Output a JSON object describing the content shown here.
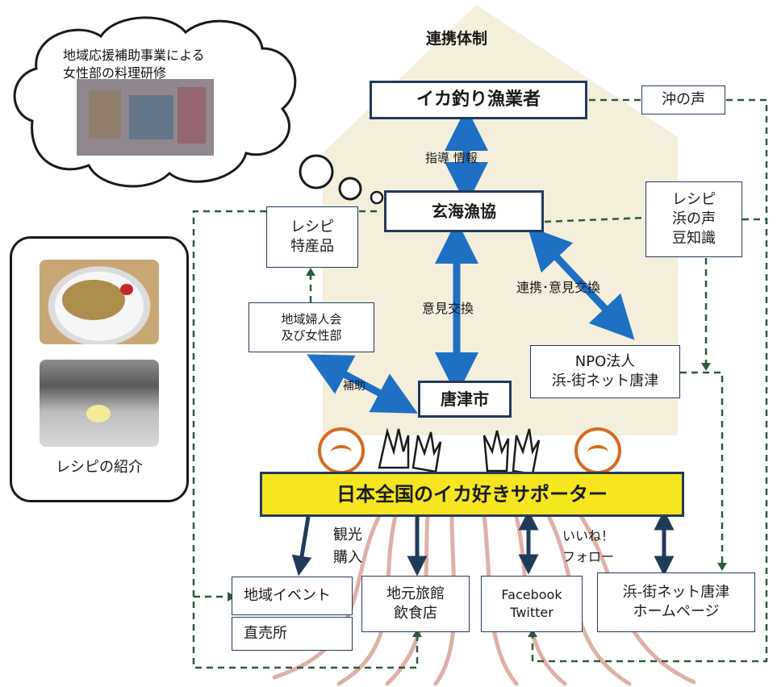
{
  "title": "連携体制",
  "cloud_text": "地域応援補助事業による\n女性部の料理研修",
  "recipe_panel_caption": "レシピの紹介",
  "nodes": {
    "fishers": "イカ釣り漁業者",
    "voice_offshore": "沖の声",
    "genkai": "玄海漁協",
    "recipe_local": "レシピ\n特産品",
    "recipe_voice": "レシピ\n浜の声\n豆知識",
    "women_assoc": "地域婦人会\n及び女性部",
    "npo": "NPO法人\n浜-街ネット唐津",
    "karatsu_city": "唐津市",
    "supporters": "日本全国のイカ好きサポーター",
    "local_event": "地域イベント",
    "direct_store": "直売所",
    "inn_restaurant": "地元旅館\n飲食店",
    "social": "Facebook\nTwitter",
    "homepage": "浜-街ネット唐津\nホームページ"
  },
  "edge_labels": {
    "guidance_info": "指導 情報",
    "opinion_exchange": "意見交換",
    "collab_exchange": "連携･意見交換",
    "subsidy": "補助",
    "tourism_purchase": "観光\n購入",
    "like_follow": "いいね！\nフォロー"
  },
  "colors": {
    "house_fill": "#f3efdc",
    "blue_arrow": "#1f6fc4",
    "navy_arrow": "#223a5a",
    "dashed_green": "#2e5a3e",
    "banner_fill": "#f7e51f",
    "face_orange": "#d76a1e",
    "worm_pink": "#d9a39a"
  }
}
